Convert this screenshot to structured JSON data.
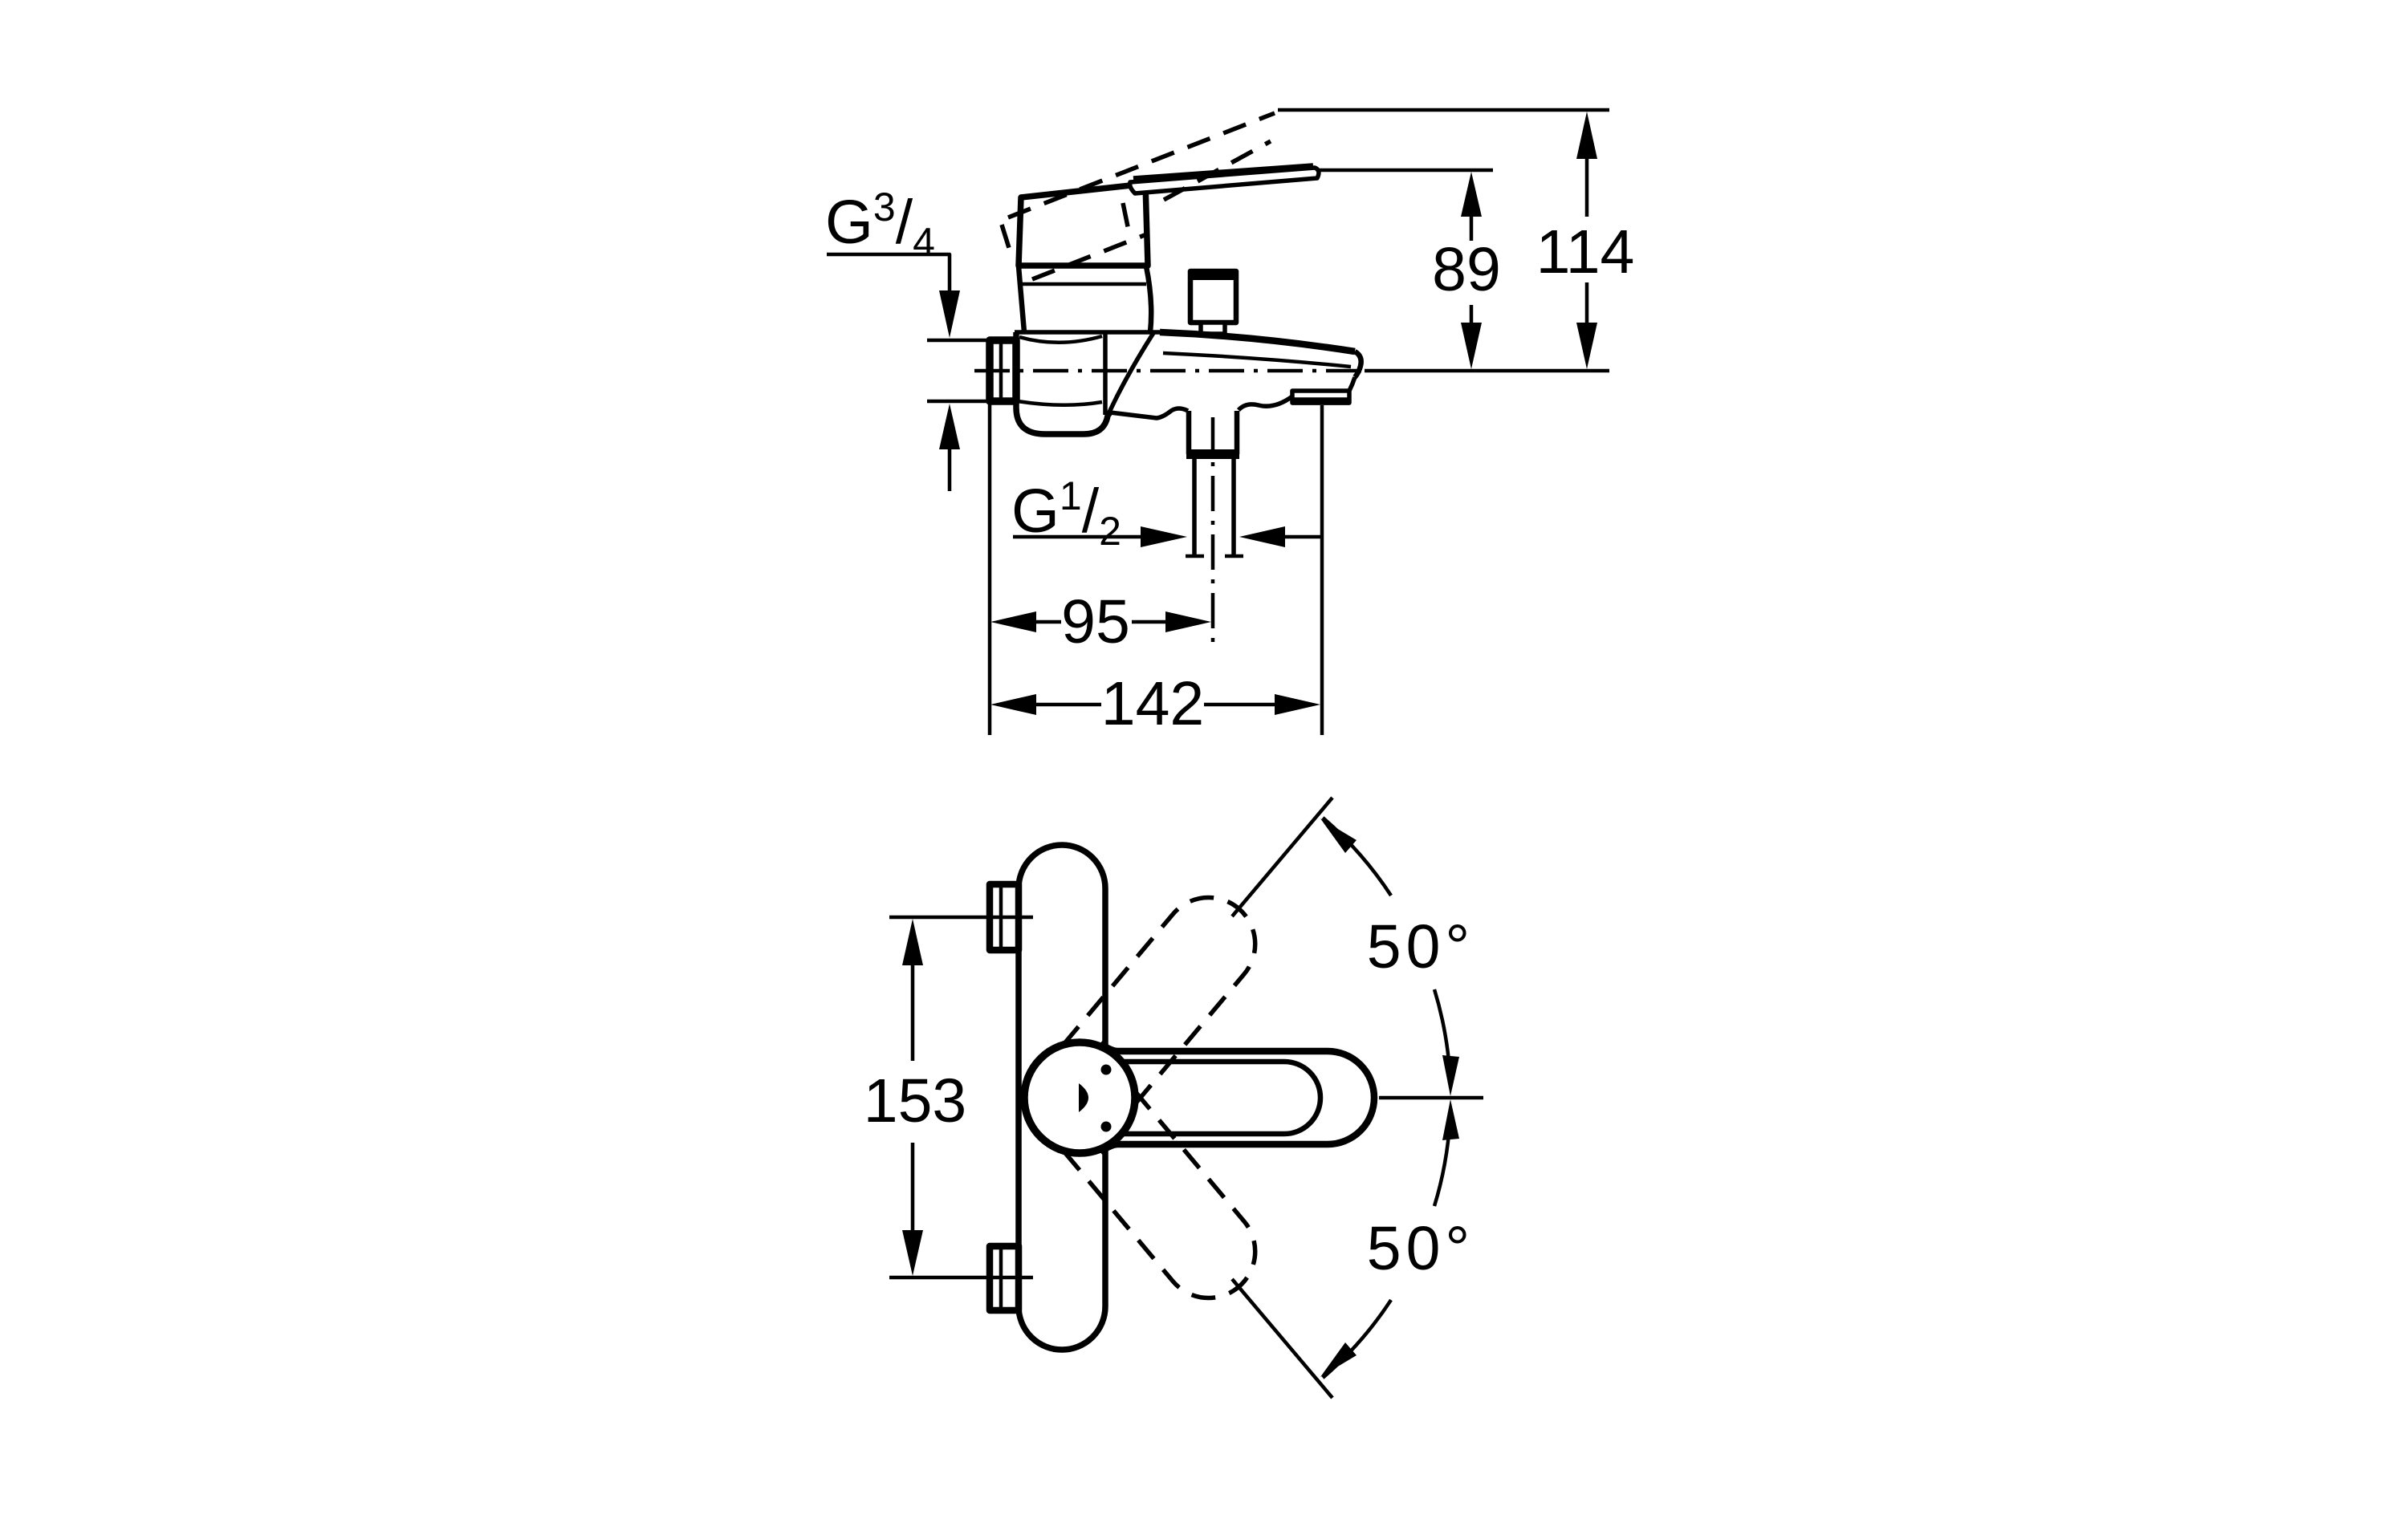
{
  "drawing": {
    "background": "#ffffff",
    "ink": "#000000",
    "views": {
      "side": {
        "name": "side-elevation",
        "thread_wall_connection": {
          "base": "G",
          "sup": "3",
          "slash": "/",
          "sub": "4"
        },
        "thread_shower_outlet": {
          "base": "G",
          "sup": "1",
          "slash": "/",
          "sub": "2"
        },
        "dim_total_height": "114",
        "dim_lever_height": "89",
        "dim_shower_outlet_offset": "95",
        "dim_total_depth": "142"
      },
      "plan": {
        "name": "plan-view",
        "dim_connection_centers": "153",
        "angle_swing_up": "50°",
        "angle_swing_down": "50°"
      }
    }
  }
}
